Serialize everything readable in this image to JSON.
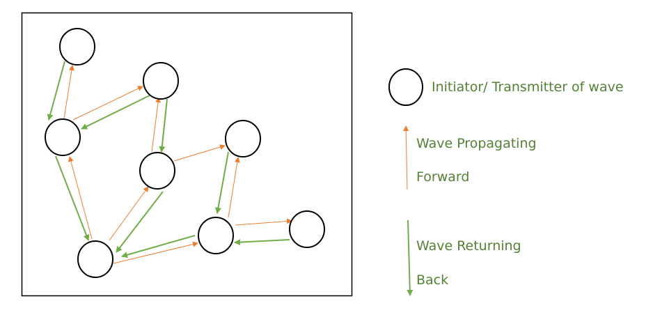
{
  "colors": {
    "forward": "#ED7D31",
    "back": "#70AD47",
    "text": "#538135",
    "node": "#000000"
  },
  "legend": {
    "initiator": "Initiator/ Transmitter of wave",
    "forward_line1": "Wave Propagating",
    "forward_line2": "Forward",
    "back_line1": "Wave Returning",
    "back_line2": "Back"
  }
}
